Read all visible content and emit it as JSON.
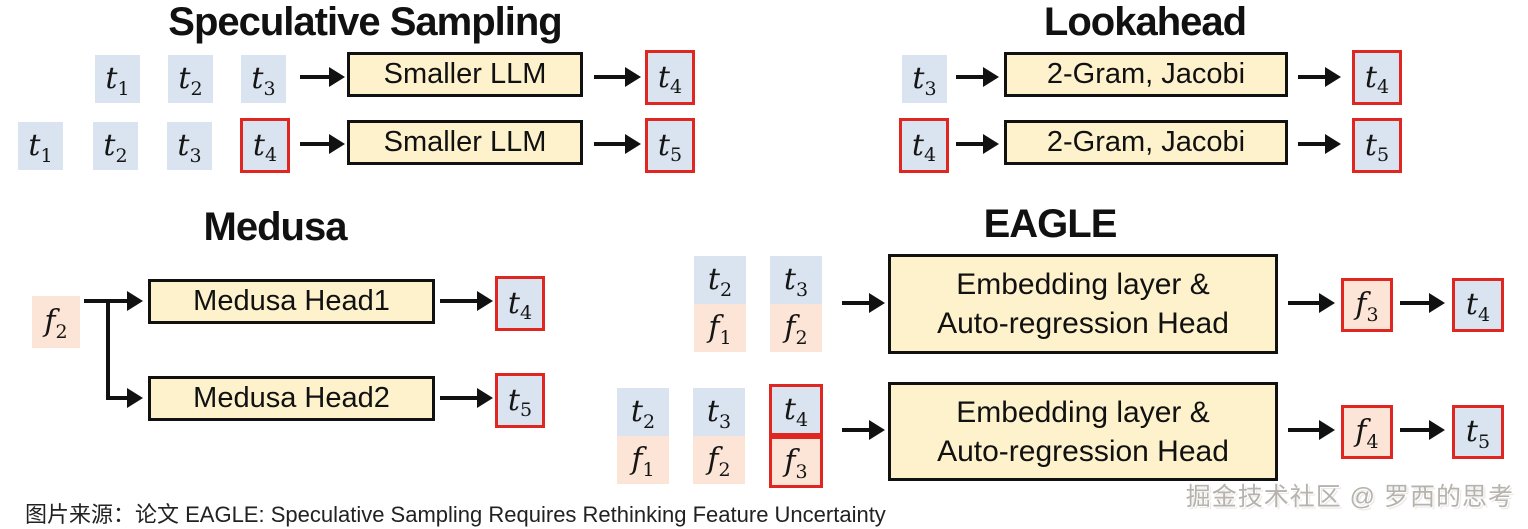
{
  "caption": "图片来源：论文 EAGLE: Speculative Sampling Requires Rethinking Feature Uncertainty",
  "watermark": "掘金技术社区 @ 罗西的思考",
  "colors": {
    "token_blue": "#dae3f0",
    "token_pink": "#fce4d6",
    "process_yellow": "#fdf2cc",
    "accept_red": "#e02620"
  },
  "spec": {
    "title": "Speculative Sampling",
    "model": "Smaller LLM",
    "r1": {
      "t1": {
        "base": "t",
        "sub": "1"
      },
      "t2": {
        "base": "t",
        "sub": "2"
      },
      "t3": {
        "base": "t",
        "sub": "3"
      },
      "out": {
        "base": "t",
        "sub": "4"
      }
    },
    "r2": {
      "t1": {
        "base": "t",
        "sub": "1"
      },
      "t2": {
        "base": "t",
        "sub": "2"
      },
      "t3": {
        "base": "t",
        "sub": "3"
      },
      "t4": {
        "base": "t",
        "sub": "4"
      },
      "out": {
        "base": "t",
        "sub": "5"
      }
    }
  },
  "lookahead": {
    "title": "Lookahead",
    "model": "2-Gram, Jacobi",
    "r1": {
      "in": {
        "base": "t",
        "sub": "3"
      },
      "out": {
        "base": "t",
        "sub": "4"
      }
    },
    "r2": {
      "in": {
        "base": "t",
        "sub": "4"
      },
      "out": {
        "base": "t",
        "sub": "5"
      }
    }
  },
  "medusa": {
    "title": "Medusa",
    "input": {
      "base": "f",
      "sub": "2"
    },
    "head1": "Medusa Head1",
    "head2": "Medusa Head2",
    "out1": {
      "base": "t",
      "sub": "4"
    },
    "out2": {
      "base": "t",
      "sub": "5"
    }
  },
  "eagle": {
    "title": "EAGLE",
    "model_line1": "Embedding layer &",
    "model_line2": "Auto-regression Head",
    "r1": {
      "s1t": {
        "base": "t",
        "sub": "2"
      },
      "s1f": {
        "base": "f",
        "sub": "1"
      },
      "s2t": {
        "base": "t",
        "sub": "3"
      },
      "s2f": {
        "base": "f",
        "sub": "2"
      },
      "outf": {
        "base": "f",
        "sub": "3"
      },
      "outt": {
        "base": "t",
        "sub": "4"
      }
    },
    "r2": {
      "s1t": {
        "base": "t",
        "sub": "2"
      },
      "s1f": {
        "base": "f",
        "sub": "1"
      },
      "s2t": {
        "base": "t",
        "sub": "3"
      },
      "s2f": {
        "base": "f",
        "sub": "2"
      },
      "s3t": {
        "base": "t",
        "sub": "4"
      },
      "s3f": {
        "base": "f",
        "sub": "3"
      },
      "outf": {
        "base": "f",
        "sub": "4"
      },
      "outt": {
        "base": "t",
        "sub": "5"
      }
    }
  }
}
